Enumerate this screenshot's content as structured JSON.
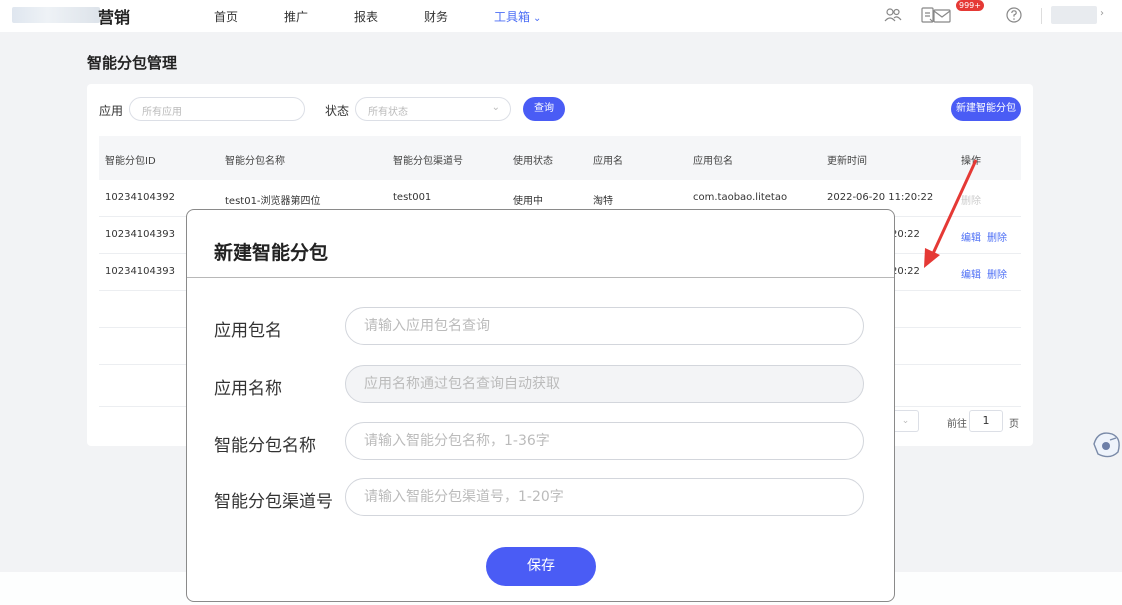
{
  "header": {
    "logo_text": "营销",
    "nav": [
      {
        "label": "首页"
      },
      {
        "label": "推广"
      },
      {
        "label": "报表"
      },
      {
        "label": "财务"
      },
      {
        "label": "工具箱"
      }
    ],
    "active_nav": "工具箱",
    "message_badge": "999+",
    "icons": [
      "users-icon",
      "document-icon",
      "mail-icon",
      "help-icon"
    ]
  },
  "page": {
    "title": "智能分包管理"
  },
  "filters": {
    "app_label": "应用",
    "app_placeholder": "所有应用",
    "status_label": "状态",
    "status_placeholder": "所有状态",
    "query_label": "查询",
    "create_label": "新建智能分包"
  },
  "table": {
    "columns": [
      "智能分包ID",
      "智能分包名称",
      "智能分包渠道号",
      "使用状态",
      "应用名",
      "应用包名",
      "更新时间",
      "操作"
    ],
    "rows": [
      {
        "id": "10234104392",
        "name": "test01-浏览器第四位",
        "channel": "test001",
        "status": "使用中",
        "app": "淘特",
        "pkg": "com.taobao.litetao",
        "time": "2022-06-20 11:20:22",
        "actions": [
          "删除"
        ]
      },
      {
        "id": "10234104393",
        "time_tail": "20:22",
        "actions": [
          "编辑",
          "删除"
        ]
      },
      {
        "id": "10234104393",
        "time_tail": "20:22",
        "actions": [
          "编辑",
          "删除"
        ]
      }
    ]
  },
  "pager": {
    "goto_label": "前往",
    "page": "1",
    "page_suffix": "页"
  },
  "modal": {
    "title": "新建智能分包",
    "fields": [
      {
        "label": "应用包名",
        "placeholder": "请输入应用包名查询",
        "disabled": false
      },
      {
        "label": "应用名称",
        "placeholder": "应用名称通过包名查询自动获取",
        "disabled": true
      },
      {
        "label": "智能分包名称",
        "placeholder": "请输入智能分包名称，1-36字",
        "disabled": false
      },
      {
        "label": "智能分包渠道号",
        "placeholder": "请输入智能分包渠道号，1-20字",
        "disabled": false
      }
    ],
    "save_label": "保存"
  },
  "colors": {
    "primary": "#4a5cf5",
    "link": "#4c6ef5",
    "annotation": "#e53935"
  }
}
